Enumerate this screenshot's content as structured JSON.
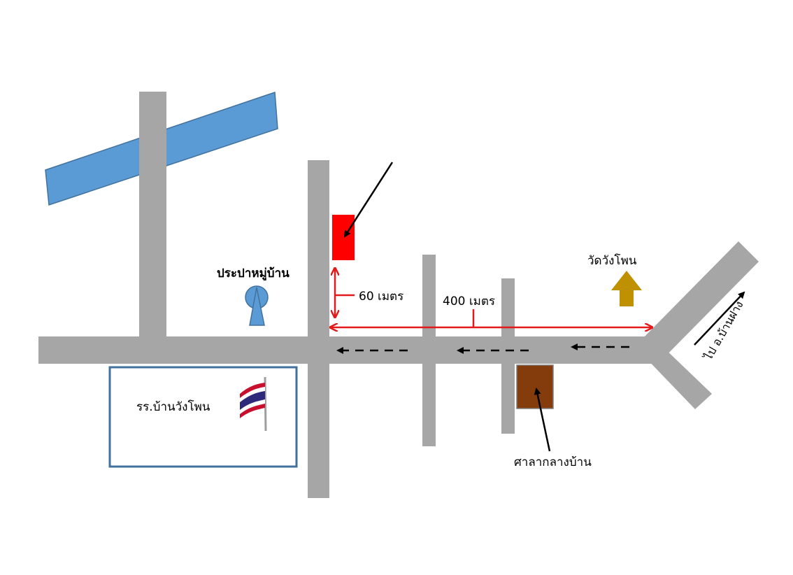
{
  "labels": {
    "water_tower": "ประปาหมู่บ้าน",
    "distance_short": "60 เมตร",
    "distance_long": "400 เมตร",
    "temple": "วัดวังโพน",
    "school": "รร.บ้านวังโพน",
    "hall": "ศาลากลางบ้าน",
    "direction": "ไป อ.บ้านฝาง"
  },
  "colors": {
    "road": "#a6a6a6",
    "water": "#5b9bd5",
    "water_border": "#41719c",
    "target": "#ff0000",
    "measure": "#e31a1c",
    "temple": "#bf9000",
    "hall": "#843c0c",
    "school_border": "#41719c",
    "tower": "#5b9bd5"
  },
  "icons": [
    "water-tower-icon",
    "temple-icon",
    "thai-flag-icon",
    "target-location-marker",
    "village-hall-marker"
  ]
}
